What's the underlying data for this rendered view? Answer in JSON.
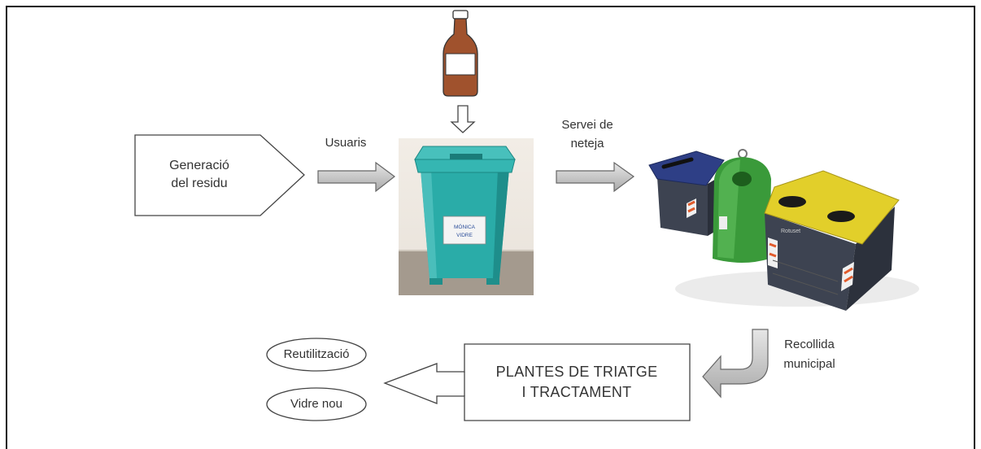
{
  "generation": {
    "line1": "Generació",
    "line2": "del residu"
  },
  "users_label": "Usuaris",
  "cleaning_label": {
    "line1": "Servei de",
    "line2": "neteja"
  },
  "inner_bin_label": {
    "line1": "MÓNICA",
    "line2": "VIDRE"
  },
  "container_brand": "Rotuset",
  "collection_label": {
    "line1": "Recollida",
    "line2": "municipal"
  },
  "plants": {
    "line1": "PLANTES DE TRIATGE",
    "line2": "I TRACTAMENT"
  },
  "outcomes": [
    "Reutilització",
    "Vidre nou"
  ],
  "colors": {
    "arrow_fill": "#c8c8c8",
    "bin_teal": "#2aaca8",
    "bottle": "#a0522d",
    "container_blue": "#2e3f86",
    "container_green": "#3a9a3a",
    "container_yellow": "#e2cf2a",
    "container_body": "#3d4351"
  }
}
